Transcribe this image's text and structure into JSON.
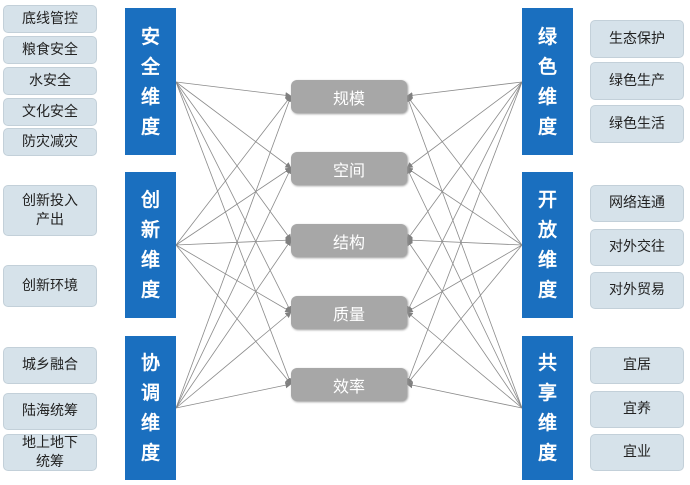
{
  "left_groups": [
    {
      "title": "安全维度",
      "items": [
        "底线管控",
        "粮食安全",
        "水安全",
        "文化安全",
        "防灾减灾"
      ]
    },
    {
      "title": "创新维度",
      "items": [
        "创新投入产出",
        "创新环境"
      ]
    },
    {
      "title": "协调维度",
      "items": [
        "城乡融合",
        "陆海统筹",
        "地上地下统筹"
      ]
    }
  ],
  "right_groups": [
    {
      "title": "绿色维度",
      "items": [
        "生态保护",
        "绿色生产",
        "绿色生活"
      ]
    },
    {
      "title": "开放维度",
      "items": [
        "网络连通",
        "对外交往",
        "对外贸易"
      ]
    },
    {
      "title": "共享维度",
      "items": [
        "宜居",
        "宜养",
        "宜业"
      ]
    }
  ],
  "center": [
    "规模",
    "空间",
    "结构",
    "质量",
    "效率"
  ],
  "colors": {
    "bar": "#1a6fbf",
    "center": "#a7a7a7",
    "sub": "#d6e2ea",
    "line": "#8a8a8a"
  }
}
